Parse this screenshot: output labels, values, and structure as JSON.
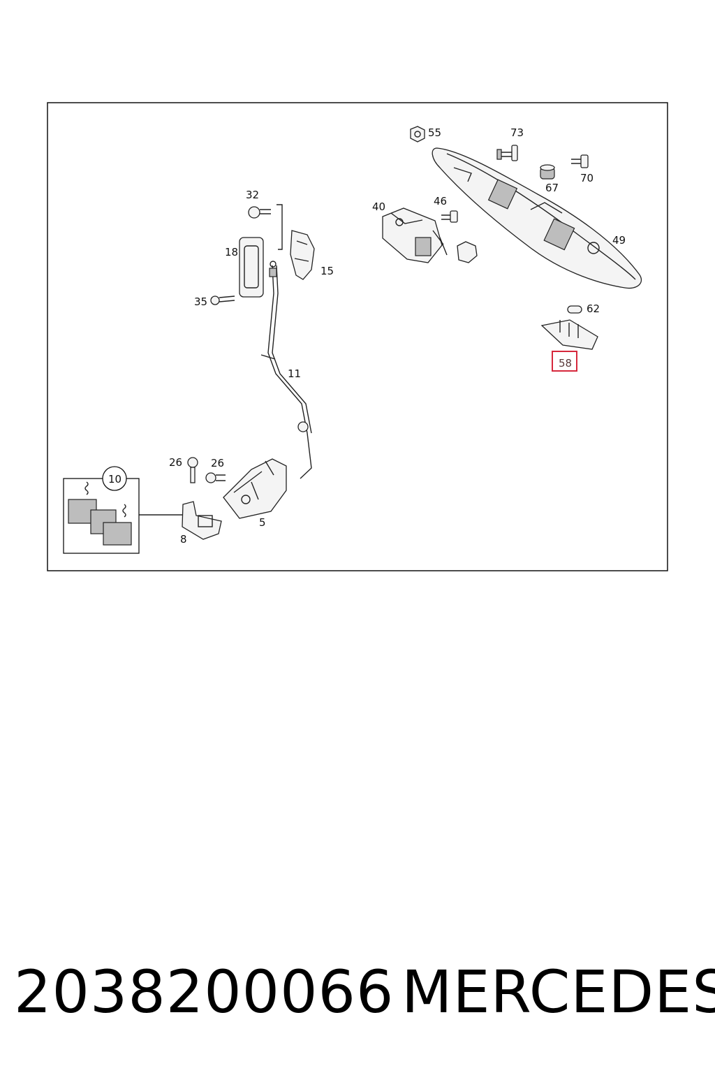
{
  "diagram": {
    "labels": {
      "l55": "55",
      "l73": "73",
      "l70": "70",
      "l67": "67",
      "l40": "40",
      "l46": "46",
      "l49": "49",
      "l62": "62",
      "l58": "58",
      "l32": "32",
      "l18": "18",
      "l15": "15",
      "l35": "35",
      "l11": "11",
      "l26a": "26",
      "l26b": "26",
      "l10": "10",
      "l5": "5",
      "l8": "8"
    },
    "highlight_color": "#d6283c"
  },
  "footer": {
    "part_number": "2038200066",
    "brand": "MERCEDES"
  }
}
